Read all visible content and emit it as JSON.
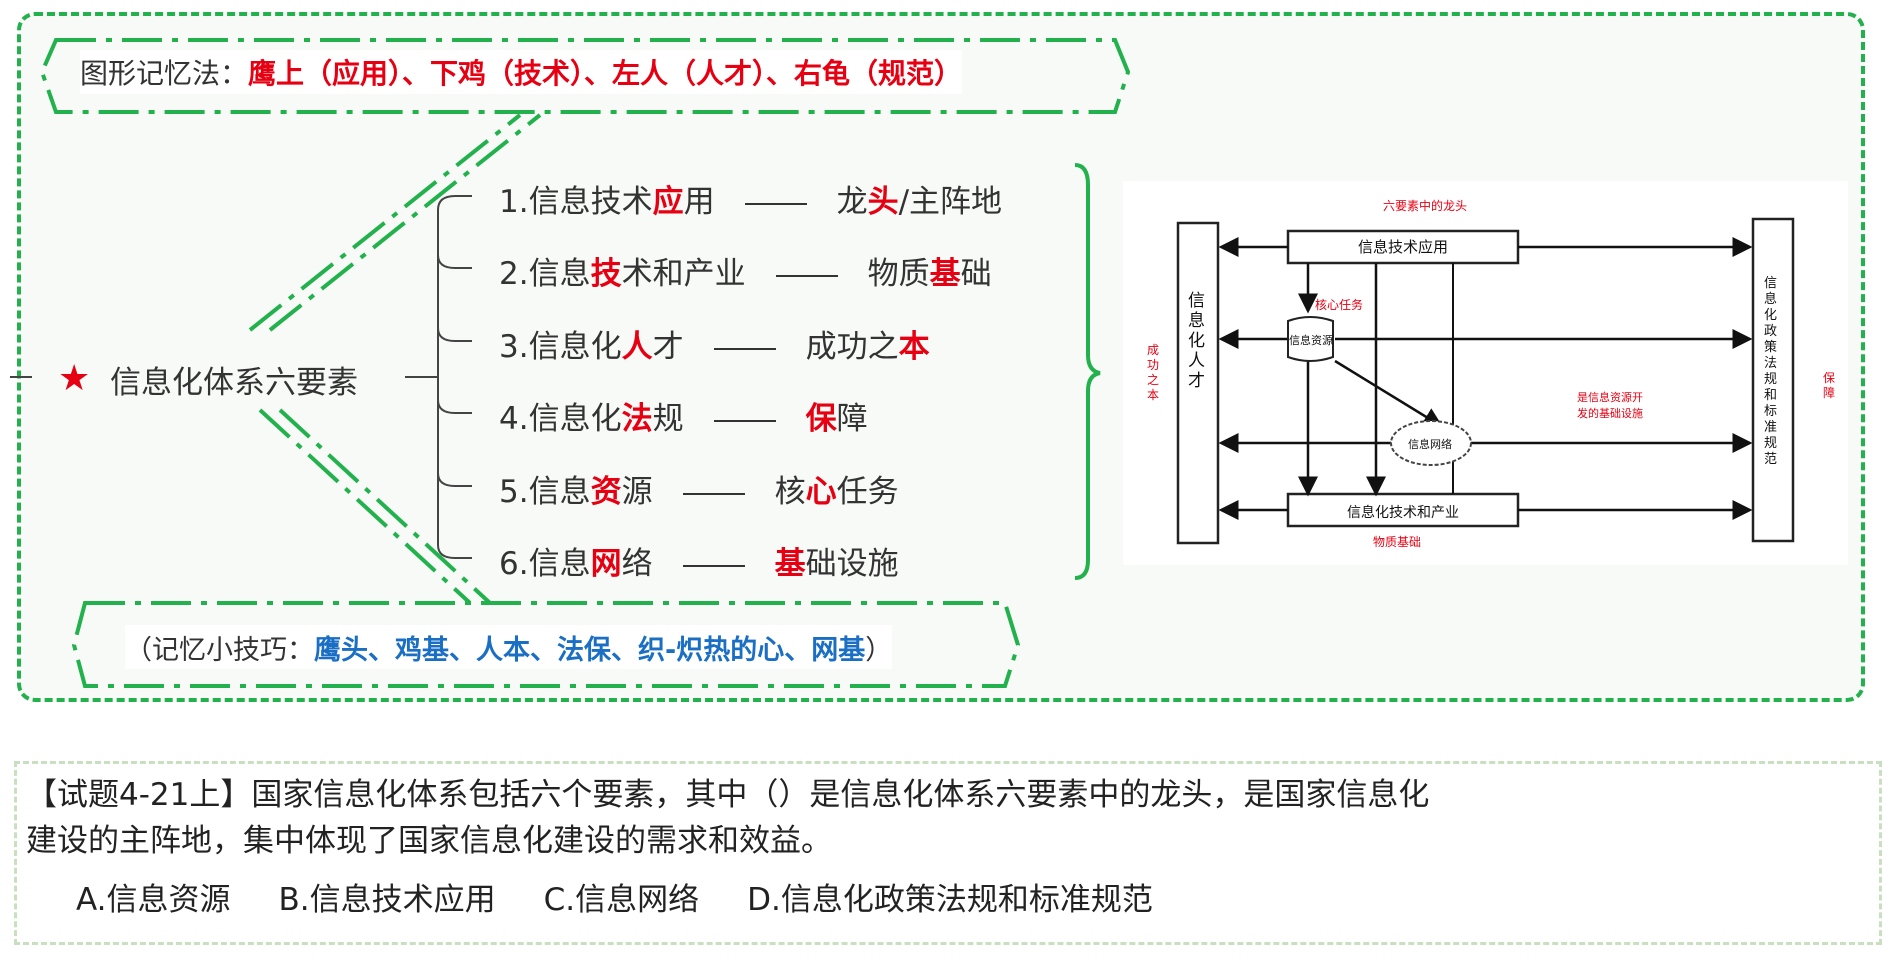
{
  "mnemonic": {
    "label": "图形记忆法：",
    "value": "鹰上（应用）、下鸡（技术）、左人（人才）、右龟（规范）"
  },
  "root": {
    "icon": "star-icon",
    "label": "信息化体系六要素"
  },
  "items": [
    {
      "prefix": "1.信息技术",
      "key": "应",
      "suffix": "用",
      "r_pre": "龙",
      "r_key": "头",
      "r_suf": "/主阵地"
    },
    {
      "prefix": "2.信息",
      "key": "技",
      "suffix": "术和产业",
      "r_pre": "物质",
      "r_key": "基",
      "r_suf": "础"
    },
    {
      "prefix": "3.信息化",
      "key": "人",
      "suffix": "才",
      "r_pre": "成功之",
      "r_key": "本",
      "r_suf": ""
    },
    {
      "prefix": "4.信息化",
      "key": "法",
      "suffix": "规",
      "r_pre": "",
      "r_key": "保",
      "r_suf": "障"
    },
    {
      "prefix": "5.信息",
      "key": "资",
      "suffix": "源",
      "r_pre": "核",
      "r_key": "心",
      "r_suf": "任务"
    },
    {
      "prefix": "6.信息",
      "key": "网",
      "suffix": "络",
      "r_pre": "",
      "r_key": "基",
      "r_suf": "础设施"
    }
  ],
  "tip": {
    "open": "（记忆小技巧：",
    "value": "鹰头、鸡基、人本、法保、织-炽热的心、网基",
    "close": "）"
  },
  "diagram": {
    "top_note": "六要素中的龙头",
    "app": "信息技术应用",
    "industry": "信息化技术和产业",
    "talent": "信息化人才",
    "policy": "信息化政策法规和标准规范",
    "resource": "信息资源",
    "network": "信息网络",
    "core_note": "核心任务",
    "infra_note_1": "是信息资源开",
    "infra_note_2": "发的基础设施",
    "left_note": "成功之本",
    "right_note": "保障",
    "bottom_note": "物质基础"
  },
  "question": {
    "line1": "【试题4-21上】国家信息化体系包括六个要素，其中（）是信息化体系六要素中的龙头，是国家信息化",
    "line2": "建设的主阵地，集中体现了国家信息化建设的需求和效益。",
    "options": [
      "A.信息资源",
      "B.信息技术应用",
      "C.信息网络",
      "D.信息化政策法规和标准规范"
    ]
  }
}
